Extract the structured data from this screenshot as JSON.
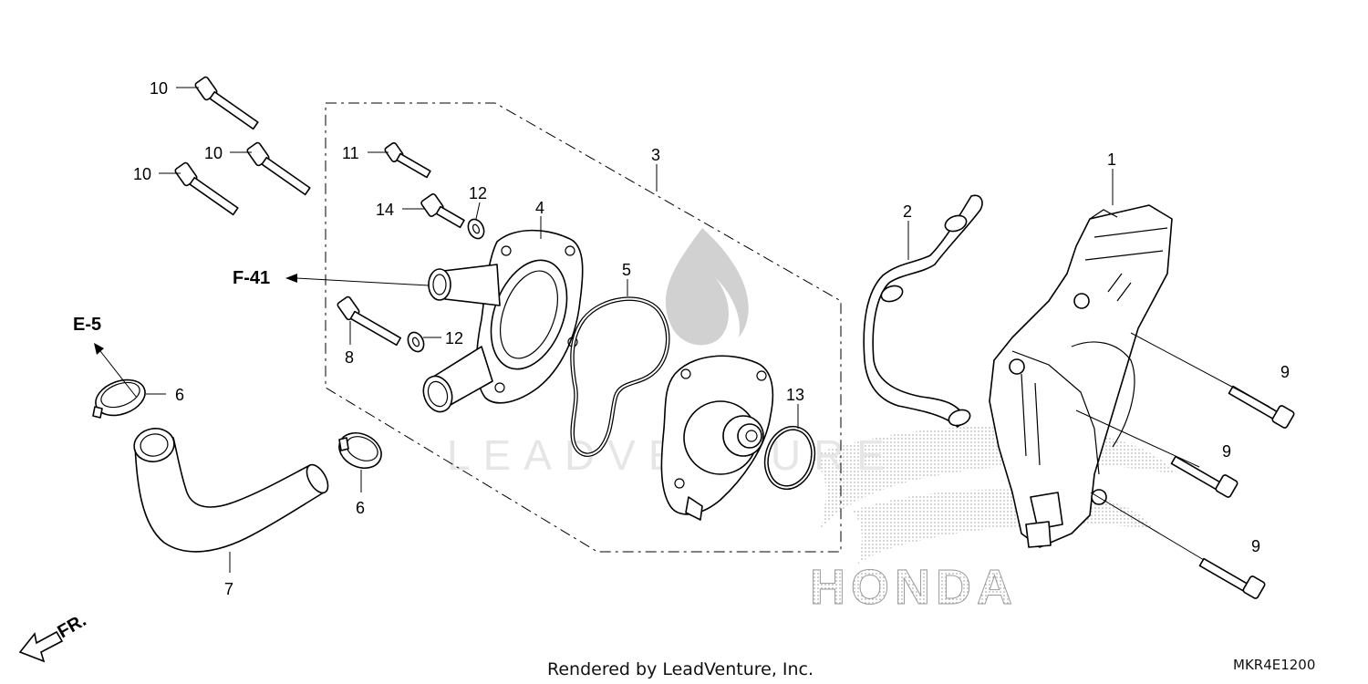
{
  "diagram": {
    "callouts": {
      "c1": "1",
      "c2": "2",
      "c3": "3",
      "c4": "4",
      "c5": "5",
      "c6a": "6",
      "c6b": "6",
      "c7": "7",
      "c8": "8",
      "c9a": "9",
      "c9b": "9",
      "c9c": "9",
      "c10a": "10",
      "c10b": "10",
      "c10c": "10",
      "c11": "11",
      "c12a": "12",
      "c12b": "12",
      "c13": "13",
      "c14": "14"
    },
    "refs": {
      "f41": "F-41",
      "e5": "E-5",
      "fr": "FR."
    },
    "watermark": {
      "brand": "HONDA",
      "dealer": "LEADVENTURE"
    },
    "footer": {
      "rendered_by": "Rendered by LeadVenture, Inc.",
      "code": "MKR4E1200"
    }
  }
}
